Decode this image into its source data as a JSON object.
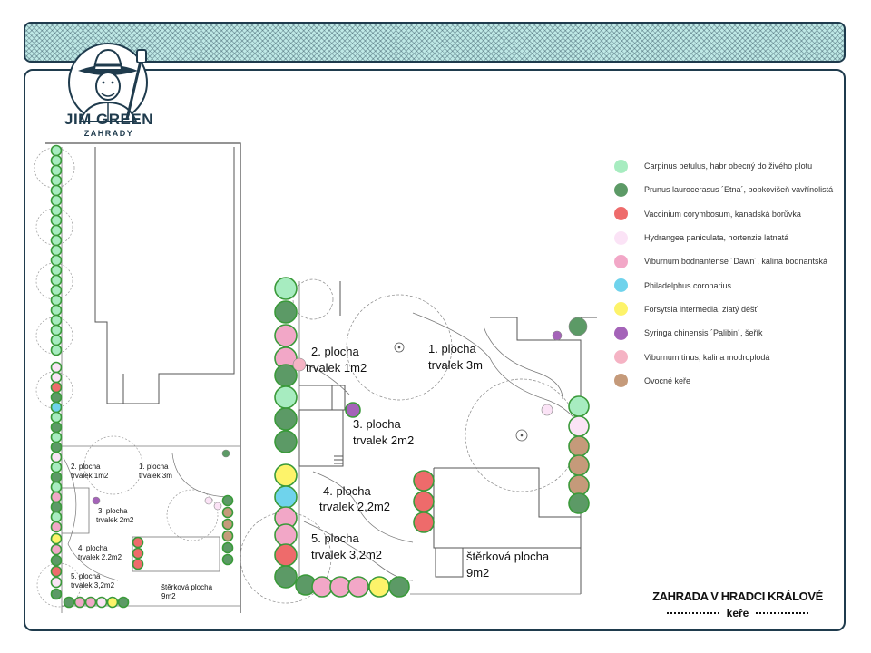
{
  "brand": {
    "name": "JIM GREEN",
    "subtitle": "ZAHRADY"
  },
  "legend": [
    {
      "label": "Carpinus betulus, habr obecný do živého plotu",
      "color": "#a7ecc0",
      "icon": "hornbeam-dot"
    },
    {
      "label": "Prunus laurocerasus ´Etna´, bobkovišeň vavřínolistá",
      "color": "#5c9a66",
      "icon": "cherry-laurel-dot"
    },
    {
      "label": "Vaccinium corymbosum, kanadská borůvka",
      "color": "#ee6b6b",
      "icon": "blueberry-dot"
    },
    {
      "label": "Hydrangea paniculata, hortenzie latnatá",
      "color": "#fbe3f6",
      "icon": "hydrangea-dot"
    },
    {
      "label": "Viburnum bodnantense ´Dawn´, kalina bodnantská",
      "color": "#f2a7c7",
      "icon": "viburnum-dawn-dot"
    },
    {
      "label": "Philadelphus coronarius",
      "color": "#6fd3ec",
      "icon": "philadelphus-dot"
    },
    {
      "label": "Forsytsia intermedia, zlatý déšť",
      "color": "#fdf36a",
      "icon": "forsythia-dot"
    },
    {
      "label": "Syringa chinensis ´Palibin´, šeřík",
      "color": "#a463b8",
      "icon": "lilac-dot"
    },
    {
      "label": "Viburnum tinus, kalina modroplodá",
      "color": "#f5b3c4",
      "icon": "viburnum-tinus-dot"
    },
    {
      "label": "Ovocné keře",
      "color": "#c59a7a",
      "icon": "fruit-shrubs-dot"
    }
  ],
  "zones": {
    "z1_line1": "1. plocha",
    "z1_line2": "trvalek 3m",
    "z2_line1": "2. plocha",
    "z2_line2": "trvalek 1m2",
    "z3_line1": "3. plocha",
    "z3_line2": "trvalek 2m2",
    "z4_line1": "4. plocha",
    "z4_line2": "trvalek 2,2m2",
    "z5_line1": "5. plocha",
    "z5_line2": "trvalek 3,2m2",
    "gravel_line1": "štěrková plocha",
    "gravel_line2": "9m2"
  },
  "title": {
    "main": "ZAHRADA V HRADCI KRÁLOVÉ",
    "sub": "keře"
  }
}
